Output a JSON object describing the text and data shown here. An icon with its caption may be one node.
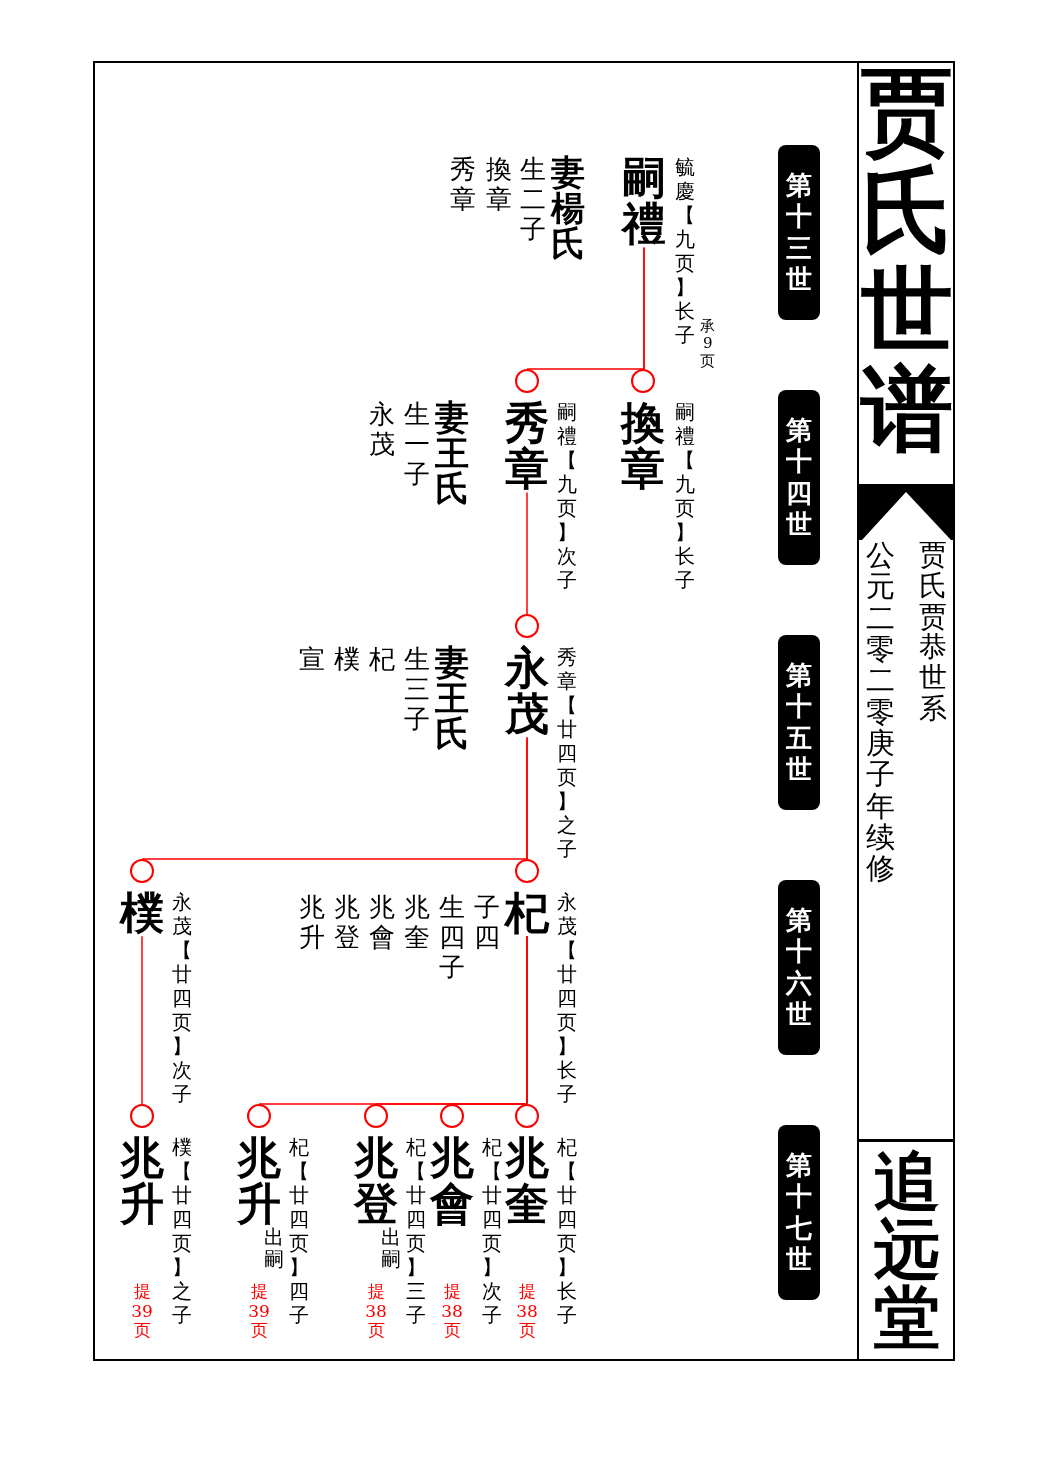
{
  "diagram": {
    "title": "贾氏世谱",
    "nodes": [
      {
        "text": [
          "嗣禮"
        ],
        "beside": [
          "毓慶【九页】长子",
          "承9页",
          "妻楊氏",
          "生二子",
          "換章",
          "秀章"
        ]
      },
      {
        "text": [
          "換章"
        ],
        "beside": [
          "嗣禮【九页】长子"
        ]
      },
      {
        "text": [
          "秀章"
        ],
        "beside": [
          "嗣禮【九页】次子",
          "妻王氏",
          "生一子",
          "永茂"
        ]
      },
      {
        "text": [
          "永茂"
        ],
        "beside": [
          "秀章【廿四页】之子",
          "妻王氏",
          "生三子",
          "杞",
          "樸",
          "宣"
        ]
      },
      {
        "text": [
          "杞"
        ],
        "beside": [
          "永茂【廿四页】长子",
          "子四",
          "生四子",
          "兆奎",
          "兆會",
          "兆登",
          "兆升"
        ]
      },
      {
        "text": [
          "樸"
        ],
        "beside": [
          "永茂【廿四页】次子"
        ]
      },
      {
        "text": [
          "兆奎"
        ],
        "beside": [
          "杞【廿四页】长子",
          "提38页"
        ]
      },
      {
        "text": [
          "兆會"
        ],
        "beside": [
          "杞【廿四页】次子",
          "提38页"
        ]
      },
      {
        "text": [
          "兆登"
        ],
        "beside": [
          "杞【廿四页】三子",
          "出嗣",
          "提38页"
        ]
      },
      {
        "text": [
          "兆升"
        ],
        "beside": [
          "杞【廿四页】四子",
          "出嗣",
          "提39页"
        ]
      },
      {
        "text": [
          "兆升"
        ],
        "beside": [
          "樸【廿四页】之子",
          "提39页"
        ]
      }
    ],
    "edges": [
      {
        "from": 0,
        "to": 1,
        "arrow": "none"
      },
      {
        "from": 0,
        "to": 2,
        "arrow": "none"
      },
      {
        "from": 2,
        "to": 3,
        "arrow": "none"
      },
      {
        "from": 3,
        "to": 4,
        "arrow": "none"
      },
      {
        "from": 3,
        "to": 5,
        "arrow": "none"
      },
      {
        "from": 4,
        "to": 6,
        "arrow": "none"
      },
      {
        "from": 4,
        "to": 7,
        "arrow": "none"
      },
      {
        "from": 4,
        "to": 8,
        "arrow": "none"
      },
      {
        "from": 4,
        "to": 9,
        "arrow": "none"
      },
      {
        "from": 5,
        "to": 10,
        "arrow": "none"
      }
    ],
    "labels": [
      "第十三世",
      "第十四世",
      "第十五世",
      "第十六世",
      "第十七世",
      "贾氏贾恭世系",
      "公元二零二零庚子年续修",
      "追远堂"
    ]
  }
}
